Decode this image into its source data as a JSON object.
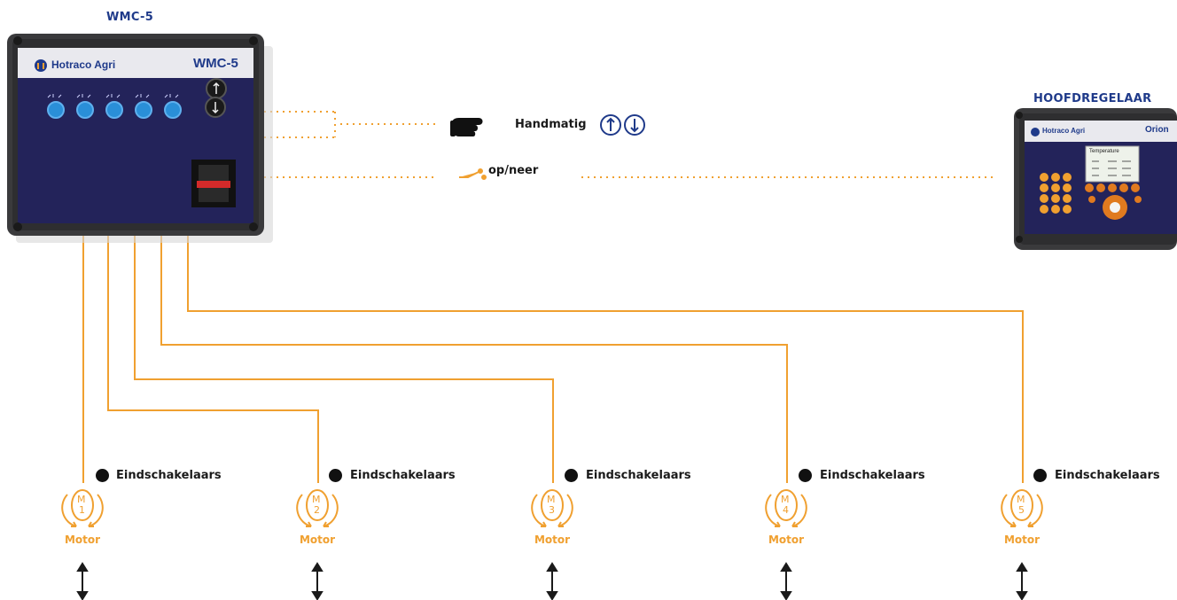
{
  "wmc": {
    "title": "WMC-5",
    "brand": "Hotraco Agri",
    "model": "WMC-5",
    "up_icon": "arrow-up-icon",
    "down_icon": "arrow-down-icon"
  },
  "controller": {
    "title": "HOOFDREGELAAR",
    "brand": "Hotraco Agri",
    "model": "Orion",
    "screen_heading": "Temperature"
  },
  "legend": {
    "manual": "Handmatig",
    "switch": "op/neer",
    "manual_icon": "pointing-hand-icon",
    "switch_icon": "switch-icon"
  },
  "motors": [
    {
      "symbol": "M",
      "number": "1",
      "label": "Motor",
      "limit": "Eindschakelaars"
    },
    {
      "symbol": "M",
      "number": "2",
      "label": "Motor",
      "limit": "Eindschakelaars"
    },
    {
      "symbol": "M",
      "number": "3",
      "label": "Motor",
      "limit": "Eindschakelaars"
    },
    {
      "symbol": "M",
      "number": "4",
      "label": "Motor",
      "limit": "Eindschakelaars"
    },
    {
      "symbol": "M",
      "number": "5",
      "label": "Motor",
      "limit": "Eindschakelaars"
    }
  ],
  "colors": {
    "wire": "#f0a030",
    "panel": "#23235a",
    "accent": "#1f3a8a"
  }
}
